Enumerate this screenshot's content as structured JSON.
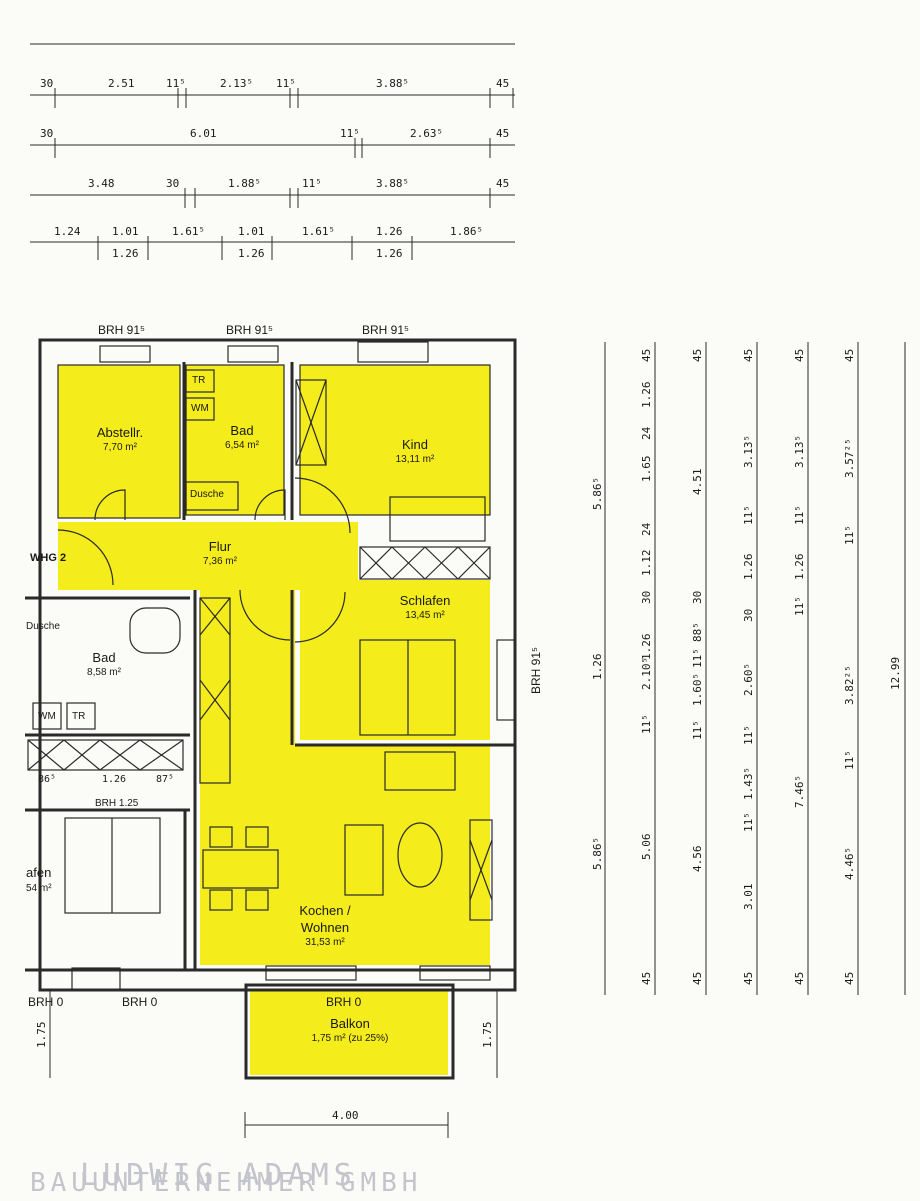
{
  "colors": {
    "room_fill": "#f4ec1b",
    "wall": "#2a2a2a",
    "stamp": "#c4c4cc"
  },
  "rooms": {
    "abstellr": {
      "name": "Abstellr.",
      "area": "7,70 m²"
    },
    "bad1": {
      "name": "Bad",
      "area": "6,54 m²"
    },
    "kind": {
      "name": "Kind",
      "area": "13,11 m²"
    },
    "flur": {
      "name": "Flur",
      "area": "7,36 m²"
    },
    "schlafen": {
      "name": "Schlafen",
      "area": "13,45 m²"
    },
    "kochen_line1": "Kochen /",
    "kochen_line2": "Wohnen",
    "kochen_area": "31,53 m²",
    "balkon": {
      "name": "Balkon",
      "area": "1,75 m² (zu 25%)"
    },
    "bad2": {
      "name": "Bad",
      "area": "8,58 m²"
    },
    "schlafen_partial": {
      "name": "afen",
      "area": "54 m²"
    }
  },
  "fixtures": {
    "tr": "TR",
    "wm": "WM",
    "dusche": "Dusche",
    "dusche2": "Dusche",
    "whg": "WHG 2"
  },
  "brh": {
    "top1": "BRH 91⁵",
    "top2": "BRH 91⁵",
    "top3": "BRH 91⁵",
    "right": "BRH 91⁵",
    "brh125": "BRH 1.25",
    "bottom_left1": "BRH 0",
    "bottom_left2": "BRH 0",
    "balkon": "BRH 0"
  },
  "top_dims": {
    "row1": [
      "30",
      "2.51",
      "11⁵",
      "2.13⁵",
      "11⁵",
      "3.88⁵",
      "45"
    ],
    "row2": [
      "30",
      "6.01",
      "11⁵",
      "2.63⁵",
      "45"
    ],
    "row3": [
      "3.48",
      "30",
      "1.88⁵",
      "11⁵",
      "3.88⁵",
      "45"
    ],
    "row4": [
      "1.24",
      "1.01",
      "1.61⁵",
      "1.01",
      "1.61⁵",
      "1.26",
      "1.86⁵"
    ],
    "row4b": [
      "1.26",
      "1.26",
      "1.26"
    ]
  },
  "left_dims": {
    "d86": "86⁵",
    "d126": "1.26",
    "d87": "87⁵"
  },
  "right_dims": {
    "c1": [
      "5.86⁵",
      "1.26",
      "5.86⁵"
    ],
    "c2": [
      "45",
      "1.26",
      "24",
      "1.65",
      "24",
      "1.12",
      "30",
      "1.26",
      "2.10⁵",
      "11⁵",
      "5.06",
      "45"
    ],
    "c3": [
      "45",
      "4.51",
      "30",
      "88⁵",
      "11⁵",
      "1.60⁵",
      "11⁵",
      "4.56",
      "45"
    ],
    "c4": [
      "45",
      "3.13⁵",
      "11⁵",
      "1.26",
      "30",
      "2.60⁵",
      "11⁵",
      "1.43⁵",
      "11⁵",
      "3.01",
      "45"
    ],
    "c5": [
      "45",
      "3.13⁵",
      "11⁵",
      "1.26",
      "11⁵",
      "7.46⁵",
      "45"
    ],
    "c6": [
      "45",
      "3.57²⁵",
      "11⁵",
      "3.82²⁵",
      "11⁵",
      "4.46⁵",
      "45"
    ],
    "c7": [
      "12.99"
    ]
  },
  "bottom_dims": {
    "width": "4.00",
    "left_h": "1.75",
    "right_h": "1.75"
  },
  "stamp": {
    "line1": "LUDWIG ADAMS",
    "line2": "BAUUNTERNEHMER GMBH"
  }
}
